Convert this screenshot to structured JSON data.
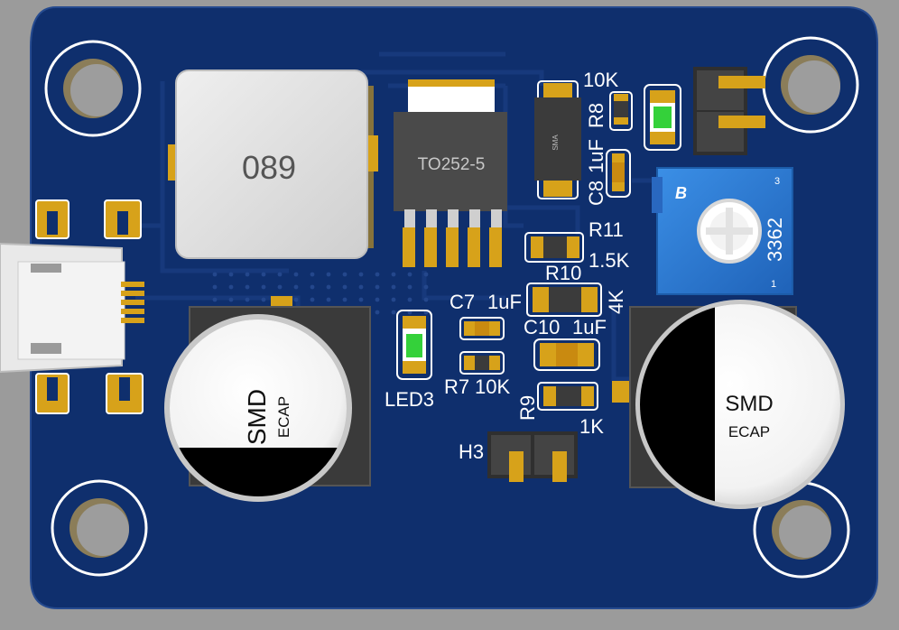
{
  "board": {
    "colors": {
      "background": "#9b9b9b",
      "pcb": "#0f2f6d",
      "pcb_edge": "#1a3f85",
      "trace": "#17397c",
      "silkscreen": "#ffffff",
      "pad_gold": "#d7a21a",
      "component_grey": "#555555",
      "led_green": "#34d13a",
      "pot_blue": "#2f7fd6"
    }
  },
  "components": {
    "inductor": {
      "label": "089"
    },
    "regulator": {
      "label": "TO252-5"
    },
    "diode": {
      "label": "SMA"
    },
    "r8": {
      "value": "10K",
      "ref": "R8"
    },
    "c8": {
      "ref": "C8",
      "value": "1uF"
    },
    "pot": {
      "logo": "B",
      "pin3": "3",
      "pin1": "1",
      "model": "3362"
    },
    "r11": {
      "ref": "R11",
      "value": "1.5K"
    },
    "r10": {
      "ref": "R10",
      "value": "4K"
    },
    "c7": {
      "ref": "C7",
      "value": "1uF"
    },
    "c10": {
      "ref": "C10",
      "value": "1uF"
    },
    "r7": {
      "ref": "R7",
      "value": "10K"
    },
    "r9": {
      "ref": "R9",
      "value": "1K"
    },
    "led3": {
      "ref": "LED3"
    },
    "h3": {
      "ref": "H3"
    },
    "ecap_left": {
      "line1": "SMD",
      "line2": "ECAP"
    },
    "ecap_right": {
      "line1": "SMD",
      "line2": "ECAP"
    }
  }
}
